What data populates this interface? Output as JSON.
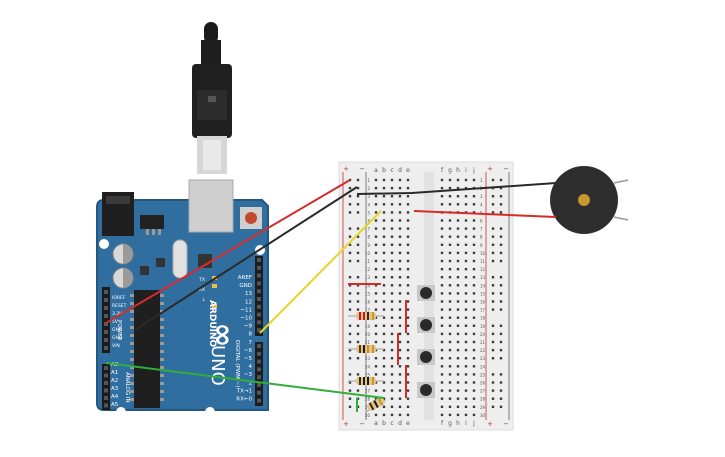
{
  "arduino": {
    "brand": "ARDUINO",
    "model": "UNO",
    "power_header_labels": [
      "IOREF",
      "RESET",
      "3.3V",
      "5V",
      "GND",
      "GND",
      "VIN"
    ],
    "power_caption": "POWER",
    "analog_labels": [
      "A0",
      "A1",
      "A2",
      "A3",
      "A4",
      "A5"
    ],
    "analog_caption": "ANALOG IN",
    "digital_labels": [
      "AREF",
      "GND",
      "13",
      "12",
      "~11",
      "~10",
      "~9",
      "8",
      "7",
      "~6",
      "~5",
      "4",
      "~3",
      "2",
      "TX→1",
      "RX←0"
    ],
    "digital_caption": "DIGITAL (PWM ~)",
    "led_labels": [
      "TX",
      "RX",
      "L"
    ],
    "logo_glyph": "∞"
  },
  "breadboard": {
    "columns_left": [
      "a",
      "b",
      "c",
      "d",
      "e"
    ],
    "columns_right": [
      "f",
      "g",
      "h",
      "i",
      "j"
    ],
    "row_numbers": [
      "1",
      "2",
      "3",
      "4",
      "5",
      "6",
      "7",
      "8",
      "9",
      "10",
      "11",
      "12",
      "13",
      "14",
      "15",
      "16",
      "17",
      "18",
      "19",
      "20",
      "21",
      "22",
      "23",
      "24",
      "25",
      "26",
      "27",
      "28",
      "29",
      "30"
    ],
    "rail_plus": "+",
    "rail_minus": "−"
  },
  "colors": {
    "board": "#2f6e9f",
    "board_edge": "#24577f",
    "breadboard": "#eeeeee",
    "wire_red": "#d62b2b",
    "wire_black": "#2a2a2a",
    "wire_yellow": "#e6d62a",
    "wire_green": "#2fae3a",
    "buzzer": "#2e2e2e",
    "buzzer_center": "#c9962d"
  }
}
